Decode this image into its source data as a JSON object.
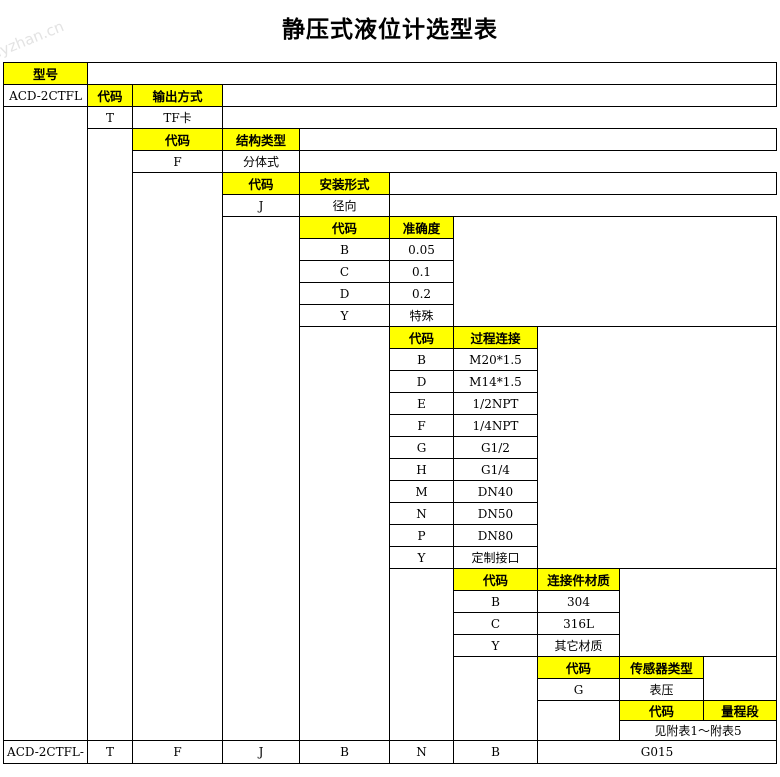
{
  "title": "静压式液位计选型表",
  "watermark": "lyzhan.cn",
  "model": {
    "header": "型号",
    "value": "ACD-2CTFL"
  },
  "output": {
    "code_header": "代码",
    "name_header": "输出方式",
    "rows": [
      {
        "code": "T",
        "name": "TF卡"
      }
    ]
  },
  "structure": {
    "code_header": "代码",
    "name_header": "结构类型",
    "rows": [
      {
        "code": "F",
        "name": "分体式"
      }
    ]
  },
  "installation": {
    "code_header": "代码",
    "name_header": "安装形式",
    "rows": [
      {
        "code": "J",
        "name": "径向"
      }
    ]
  },
  "accuracy": {
    "code_header": "代码",
    "name_header": "准确度",
    "rows": [
      {
        "code": "B",
        "name": "0.05"
      },
      {
        "code": "C",
        "name": "0.1"
      },
      {
        "code": "D",
        "name": "0.2"
      },
      {
        "code": "Y",
        "name": "特殊"
      }
    ]
  },
  "process_connection": {
    "code_header": "代码",
    "name_header": "过程连接",
    "rows": [
      {
        "code": "B",
        "name": "M20*1.5"
      },
      {
        "code": "D",
        "name": "M14*1.5"
      },
      {
        "code": "E",
        "name": "1/2NPT"
      },
      {
        "code": "F",
        "name": "1/4NPT"
      },
      {
        "code": "G",
        "name": "G1/2"
      },
      {
        "code": "H",
        "name": "G1/4"
      },
      {
        "code": "M",
        "name": "DN40"
      },
      {
        "code": "N",
        "name": "DN50"
      },
      {
        "code": "P",
        "name": "DN80"
      },
      {
        "code": "Y",
        "name": "定制接口"
      }
    ]
  },
  "connector_material": {
    "code_header": "代码",
    "name_header": "连接件材质",
    "rows": [
      {
        "code": "B",
        "name": "304"
      },
      {
        "code": "C",
        "name": "316L"
      },
      {
        "code": "Y",
        "name": "其它材质"
      }
    ]
  },
  "sensor_type": {
    "code_header": "代码",
    "name_header": "传感器类型",
    "rows": [
      {
        "code": "G",
        "name": "表压"
      }
    ]
  },
  "range": {
    "code_header": "代码",
    "name_header": "量程段",
    "note": "见附表1～附表5"
  },
  "example": {
    "model": "ACD-2CTFL-",
    "output": "T",
    "structure": "F",
    "installation": "J",
    "accuracy": "B",
    "process": "N",
    "material": "B",
    "sensor_range": "G015"
  }
}
